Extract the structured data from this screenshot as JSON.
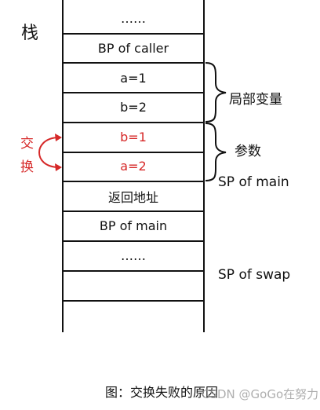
{
  "stack_label": "栈",
  "cells": {
    "dots_top": "……",
    "bp_caller": "BP of caller",
    "a1": "a=1",
    "b2": "b=2",
    "b1": "b=1",
    "a2": "a=2",
    "return_addr": "返回地址",
    "bp_main": "BP of main",
    "dots_mid": "……"
  },
  "labels": {
    "locals": "局部变量",
    "params": "参数",
    "sp_main": "SP of main",
    "sp_swap": "SP of swap",
    "swap_top": "交",
    "swap_bottom": "换"
  },
  "caption": "图：交换失败的原因",
  "watermark": "CSDN @GoGo在努力",
  "colors": {
    "highlight": "#d62828",
    "ink": "#111111"
  }
}
